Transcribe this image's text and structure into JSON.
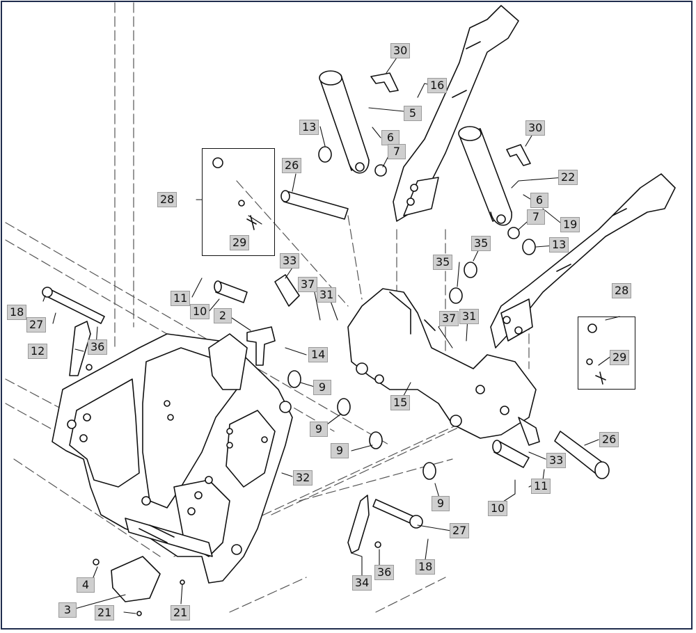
{
  "figure": {
    "type": "exploded-parts-diagram",
    "colors": {
      "line": "#111111",
      "dash": "#555555",
      "callout_bg": "#cfcfcf",
      "frame": "#1f2c4d"
    }
  },
  "callouts": {
    "c30a": "30",
    "c16": "16",
    "c5": "5",
    "c13a": "13",
    "c6a": "6",
    "c7a": "7",
    "c30b": "30",
    "c22": "22",
    "c26a": "26",
    "c28a": "28",
    "c6b": "6",
    "c7b": "7",
    "c29a": "29",
    "c19": "19",
    "c13b": "13",
    "c35a": "35",
    "c35b": "35",
    "c33a": "33",
    "c11a": "11",
    "c37a": "37",
    "c31a": "31",
    "c10a": "10",
    "c2": "2",
    "c37b": "37",
    "c31b": "31",
    "c28b": "28",
    "c18a": "18",
    "c27a": "27",
    "c14": "14",
    "c12": "12",
    "c36a": "36",
    "c29b": "29",
    "c9a": "9",
    "c15": "15",
    "c9b": "9",
    "c9c": "9",
    "c26b": "26",
    "c33b": "33",
    "c32": "32",
    "c11b": "11",
    "c9d": "9",
    "c10b": "10",
    "c27b": "27",
    "c18b": "18",
    "c36b": "36",
    "c4": "4",
    "c34": "34",
    "c3": "3",
    "c21a": "21",
    "c21b": "21"
  }
}
